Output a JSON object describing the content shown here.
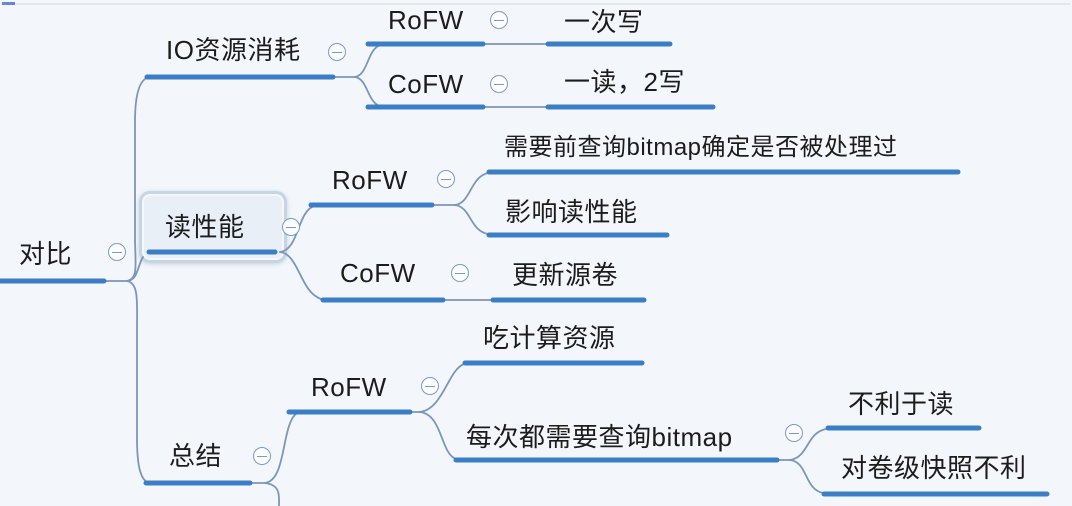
{
  "app": {
    "view": "mind-map"
  },
  "colors": {
    "background": "#f3f7fb",
    "branch_line": "#3c7ec5",
    "connector_line": "#7e95b8",
    "text": "#1c1c1c",
    "selected_fill": "#e9eff6",
    "selected_border": "#c7d5e3",
    "collapse_icon_stroke": "#7d99c4"
  },
  "icons": {
    "collapse": "minus-circle"
  },
  "mindmap": {
    "root": {
      "label": "对比",
      "children": [
        {
          "label": "IO资源消耗",
          "children": [
            {
              "label": "RoFW",
              "children": [
                {
                  "label": "一次写"
                }
              ]
            },
            {
              "label": "CoFW",
              "children": [
                {
                  "label": "一读，2写"
                }
              ]
            }
          ]
        },
        {
          "label": "读性能",
          "selected": true,
          "children": [
            {
              "label": "RoFW",
              "children": [
                {
                  "label": "需要前查询bitmap确定是否被处理过"
                },
                {
                  "label": "影响读性能"
                }
              ]
            },
            {
              "label": "CoFW",
              "children": [
                {
                  "label": "更新源卷"
                }
              ]
            }
          ]
        },
        {
          "label": "总结",
          "children": [
            {
              "label": "RoFW",
              "children": [
                {
                  "label": "吃计算资源"
                },
                {
                  "label": "每次都需要查询bitmap",
                  "children": [
                    {
                      "label": "不利于读"
                    },
                    {
                      "label": "对卷级快照不利"
                    }
                  ]
                }
              ]
            }
          ]
        }
      ]
    }
  }
}
